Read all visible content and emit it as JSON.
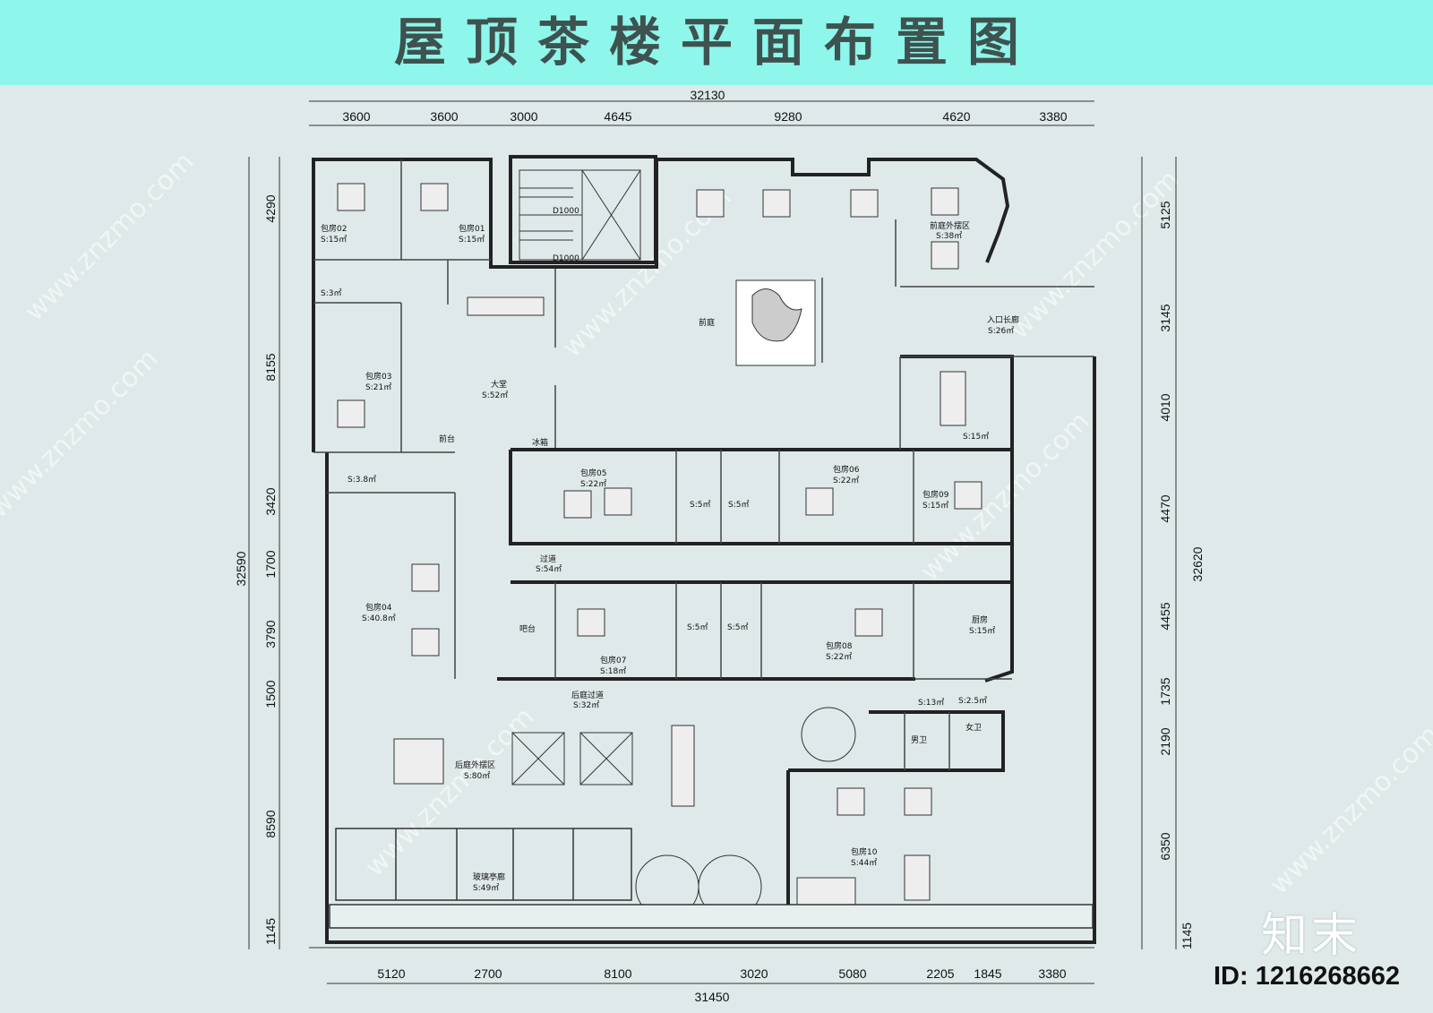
{
  "title": "屋顶茶楼平面布置图",
  "id_text": "ID: 1216268662",
  "logo_text": "知末",
  "watermark": "www.znzmo.com",
  "dimensions": {
    "top_total": "32130",
    "top": [
      "3600",
      "3600",
      "3000",
      "4645",
      "9280",
      "4620",
      "3380"
    ],
    "bottom_total": "31450",
    "bottom": [
      "5120",
      "2700",
      "8100",
      "3020",
      "5080",
      "2205",
      "1845",
      "3380"
    ],
    "left_total": "32590",
    "left": [
      "4290",
      "8155",
      "3420",
      "1700",
      "3790",
      "1500",
      "8590",
      "1145"
    ],
    "right_total": "32620",
    "right": [
      "5125",
      "3145",
      "4010",
      "4470",
      "4455",
      "1735",
      "2190",
      "6350",
      "1145"
    ]
  },
  "rooms": {
    "r02_name": "包房02",
    "r02_area": "S:15㎡",
    "r01_name": "包房01",
    "r01_area": "S:15㎡",
    "d1": "D1000",
    "d2": "D1000",
    "front_ext_name": "前庭外摆区",
    "front_ext_area": "S:38㎡",
    "wc_a": "S:3㎡",
    "front_court": "前庭",
    "corridor_name": "入口长廊",
    "corridor_area": "S:26㎡",
    "r03_name": "包房03",
    "r03_area": "S:21㎡",
    "hall_name": "大堂",
    "hall_area": "S:52㎡",
    "office_area": "S:15㎡",
    "reception": "前台",
    "fridge": "冰箱",
    "wc_b": "S:3.8㎡",
    "r05_name": "包房05",
    "r05_area": "S:22㎡",
    "wc_c": "S:5㎡",
    "wc_d": "S:5㎡",
    "r06_name": "包房06",
    "r06_area": "S:22㎡",
    "r09_name": "包房09",
    "r09_area": "S:15㎡",
    "pass_name": "过道",
    "pass_area": "S:54㎡",
    "r04_name": "包房04",
    "r04_area": "S:40.8㎡",
    "bar": "吧台",
    "wc_e": "S:5㎡",
    "wc_f": "S:5㎡",
    "kitchen_name": "厨房",
    "kitchen_area": "S:15㎡",
    "r07_name": "包房07",
    "r07_area": "S:18㎡",
    "r08_name": "包房08",
    "r08_area": "S:22㎡",
    "back_pass_name": "后庭过道",
    "back_pass_area": "S:32㎡",
    "wc_g": "S:13㎡",
    "wc_h": "S:2.5㎡",
    "male_wc": "男卫",
    "female_wc": "女卫",
    "back_ext_name": "后庭外摆区",
    "back_ext_area": "S:80㎡",
    "r10_name": "包房10",
    "r10_area": "S:44㎡",
    "glass_name": "玻璃亭廊",
    "glass_area": "S:49㎡"
  }
}
